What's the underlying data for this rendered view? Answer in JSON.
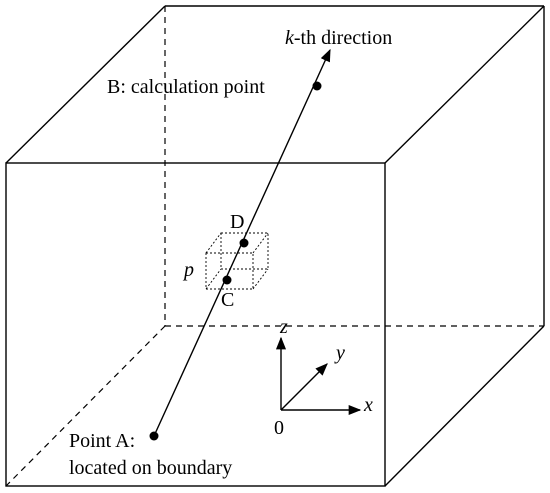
{
  "diagram": {
    "labels": {
      "direction_k": "k",
      "direction_rest": "-th direction",
      "point_b": "B: calculation point",
      "point_d": "D",
      "point_c": "C",
      "cell_p": "p",
      "point_a_line1": "Point A:",
      "point_a_line2": "located on boundary",
      "axis_x": "x",
      "axis_y": "y",
      "axis_z": "z",
      "origin": "0"
    }
  }
}
